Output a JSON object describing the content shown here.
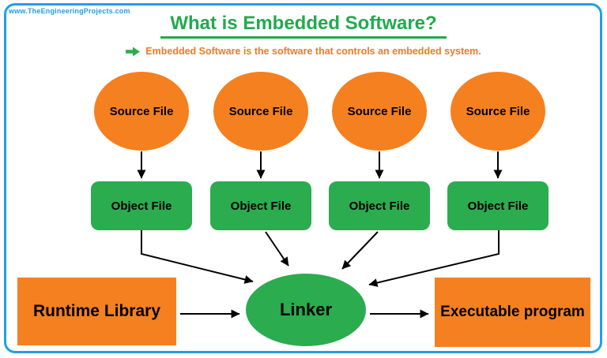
{
  "watermark": "www.TheEngineeringProjects.com",
  "header": {
    "title": "What is Embedded Software?",
    "subtitle": "Embedded Software is the software that controls an embedded system.",
    "subtitle_arrow_icon": "right-arrow"
  },
  "nodes": {
    "source_files": [
      "Source File",
      "Source File",
      "Source File",
      "Source File"
    ],
    "object_files": [
      "Object File",
      "Object File",
      "Object File",
      "Object File"
    ],
    "linker": "Linker",
    "runtime_library": "Runtime Library",
    "executable_program": "Executable program"
  },
  "colors": {
    "shape_orange": "#F5801F",
    "shape_green": "#2BAC4F",
    "title_green": "#22A94E",
    "subtitle_orange": "#F5791E",
    "border_blue": "#1FA0E6",
    "arrow_black": "#000000",
    "background": "#FFFFFF"
  }
}
